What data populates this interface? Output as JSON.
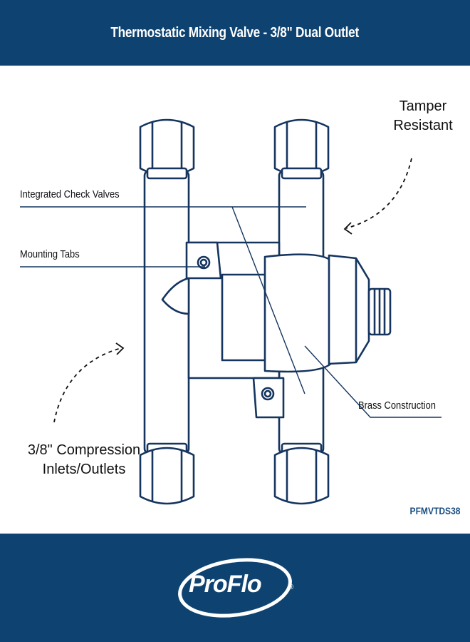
{
  "header": {
    "title": "Thermostatic Mixing Valve - 3/8\" Dual Outlet"
  },
  "labels": {
    "check_valves": "Integrated Check Valves",
    "mounting_tabs": "Mounting Tabs",
    "brass": "Brass Construction",
    "tamper_line1": "Tamper",
    "tamper_line2": "Resistant",
    "compression_line1": "3/8\" Compression",
    "compression_line2": "Inlets/Outlets"
  },
  "model_code": "PFMVTDS38",
  "brand": {
    "name": "ProFlo",
    "registered": "®"
  },
  "colors": {
    "brand_blue": "#0e4371",
    "outline": "#15355f",
    "model_text": "#1b4f82"
  }
}
